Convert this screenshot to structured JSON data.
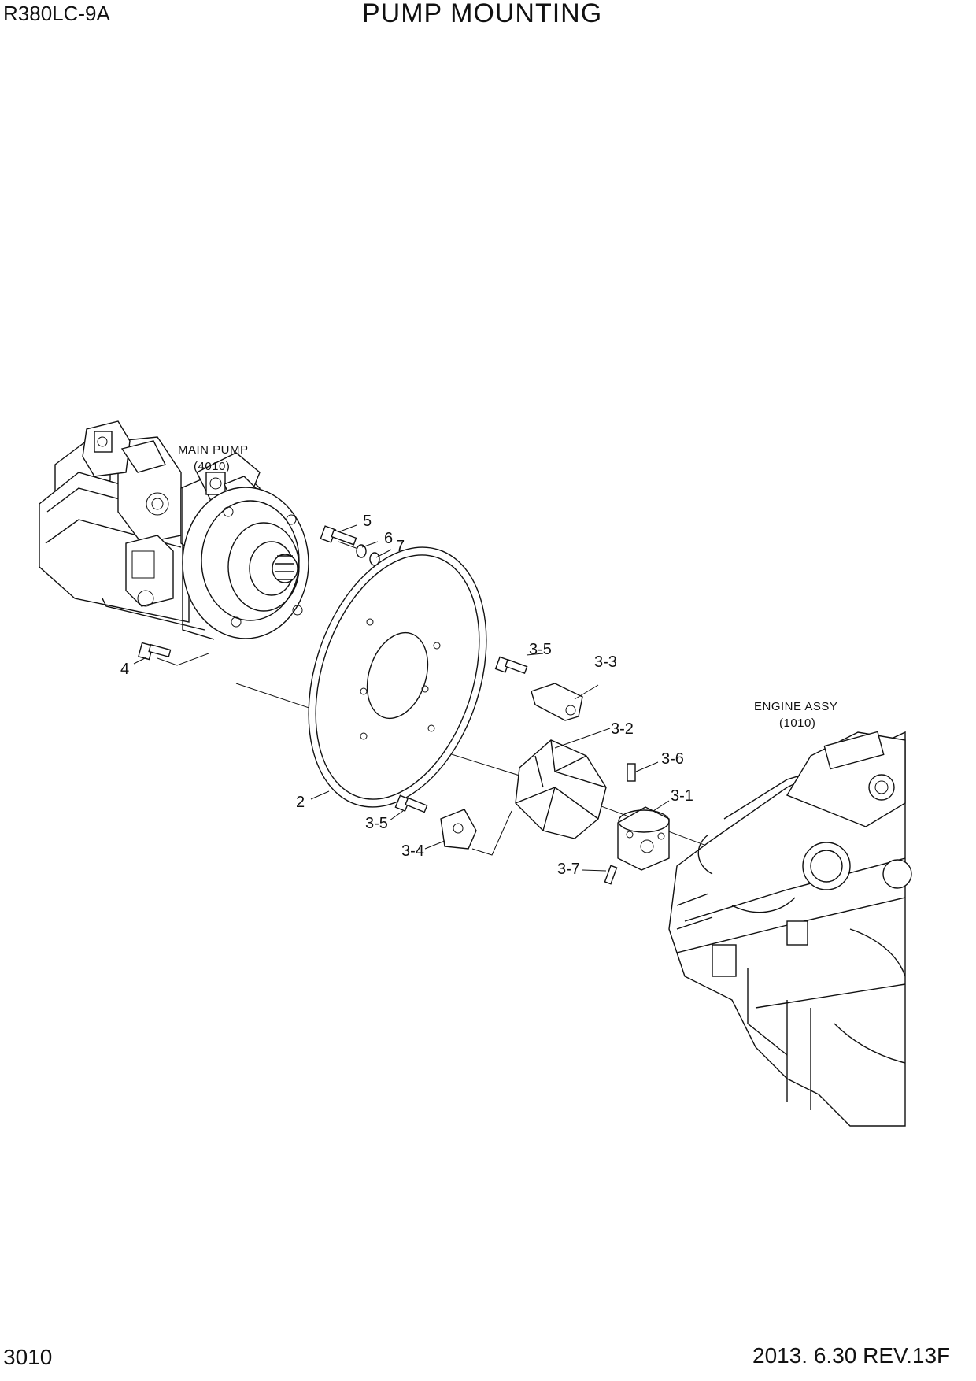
{
  "header": {
    "model": "R380LC-9A",
    "title": "PUMP MOUNTING"
  },
  "footer": {
    "page_number": "3010",
    "revision": "2013. 6.30  REV.13F"
  },
  "assemblies": {
    "main_pump": {
      "name": "MAIN PUMP",
      "code": "(4010)"
    },
    "engine": {
      "name": "ENGINE ASSY",
      "code": "(1010)"
    }
  },
  "callouts": [
    "2",
    "3-1",
    "3-2",
    "3-3",
    "3-4",
    "3-5",
    "3-5",
    "3-6",
    "3-7",
    "4",
    "5",
    "6",
    "7"
  ]
}
